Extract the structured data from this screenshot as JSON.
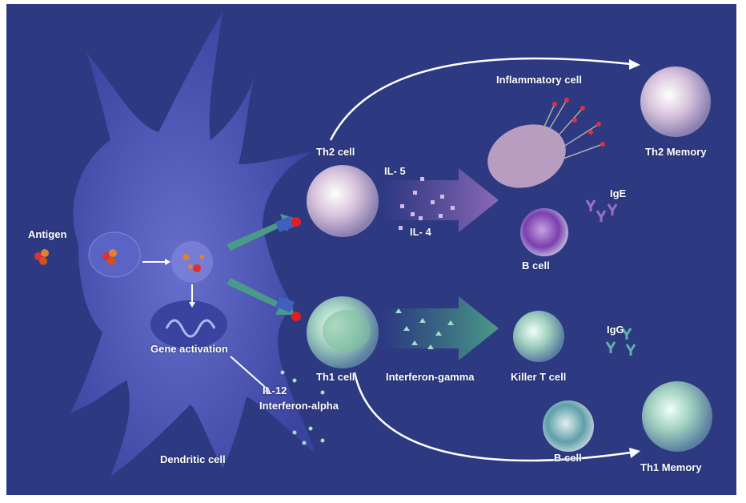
{
  "labels": {
    "antigen": "Antigen",
    "gene_activation": "Gene activation",
    "dendritic_cell": "Dendritic cell",
    "th2_cell": "Th2 cell",
    "th1_cell": "Th1 cell",
    "il5": "IL- 5",
    "il4": "IL- 4",
    "inflammatory_cell": "Inflammatory cell",
    "th2_memory": "Th2 Memory",
    "ige": "IgE",
    "b_cell_top": "B cell",
    "interferon_gamma": "Interferon-gamma",
    "killer_t_cell": "Killer T cell",
    "igg": "IgG",
    "il12": "IL-12",
    "interferon_alpha": "Interferon-alpha",
    "b_cell_bottom": "B cell",
    "th1_memory": "Th1 Memory"
  },
  "colors": {
    "background": "#2d3a82",
    "dendritic": "#4b55b8",
    "th2_receptor": "#8a3f8f",
    "th1_receptor": "#3f9a8a",
    "arrow_th2": "#7a5aa8",
    "arrow_th1": "#3f8a7a"
  }
}
